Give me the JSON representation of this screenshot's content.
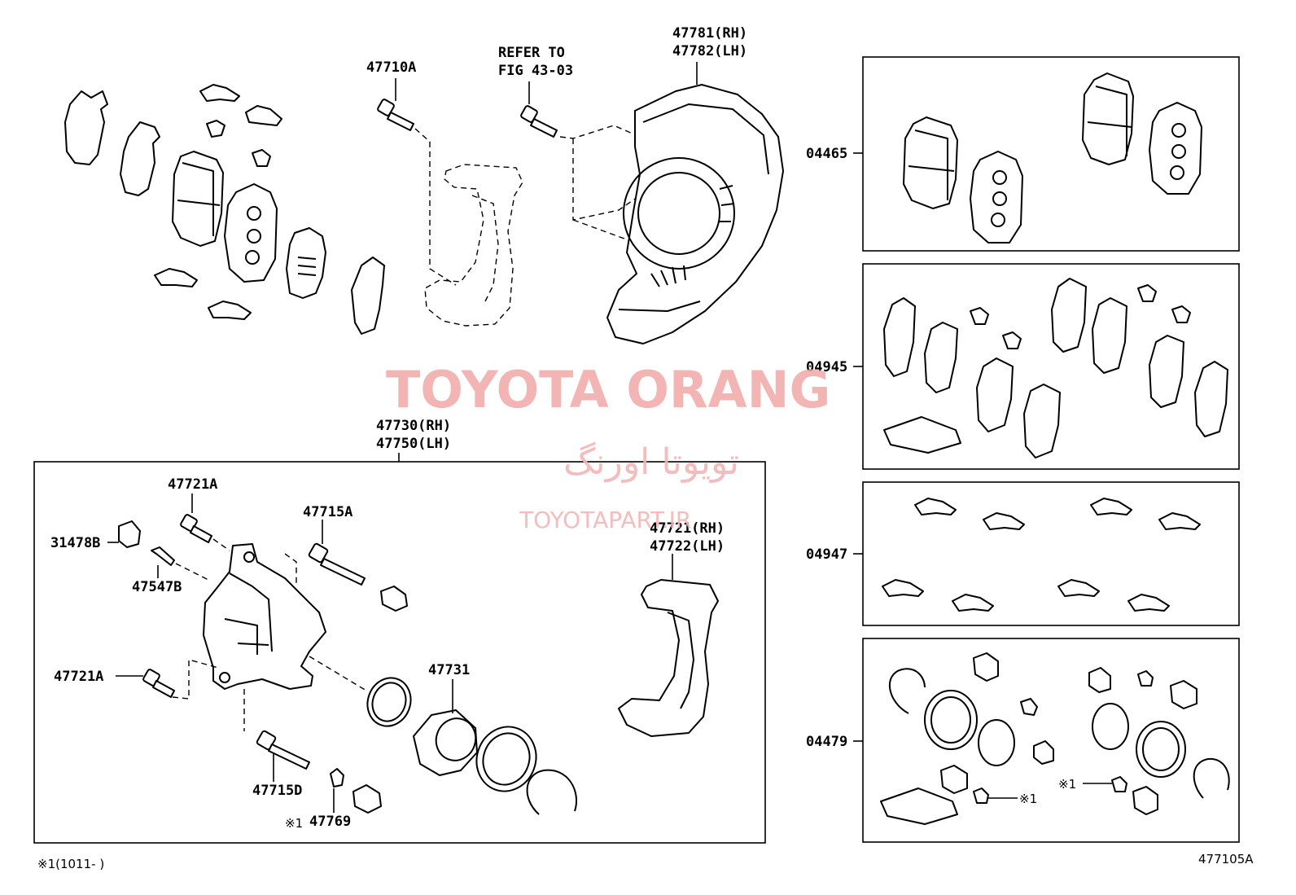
{
  "labels": {
    "l47710A": "47710A",
    "refer1": "REFER TO",
    "refer2": "FIG 43-03",
    "l47781": "47781(RH)",
    "l47782": "47782(LH)",
    "l47730": "47730(RH)",
    "l47750": "47750(LH)",
    "l47721A_top": "47721A",
    "l31478B": "31478B",
    "l47547B": "47547B",
    "l47715A": "47715A",
    "l47721A_mid": "47721A",
    "l47731": "47731",
    "l47715D": "47715D",
    "l47769": "47769",
    "mark1": "※1",
    "l47721": "47721(RH)",
    "l47722": "47722(LH)",
    "l04465": "04465",
    "l04945": "04945",
    "l04947": "04947",
    "l04479": "04479",
    "mark1_a": "※1",
    "mark1_b": "※1",
    "footnote": "※1(1011-    )",
    "fig_id": "477105A"
  },
  "watermark": {
    "brand": "TOYOTA ORANG",
    "persian": "تویوتا اورنگ",
    "site": "TOYOTAPART.IR",
    "color": "#f1a8a8"
  }
}
